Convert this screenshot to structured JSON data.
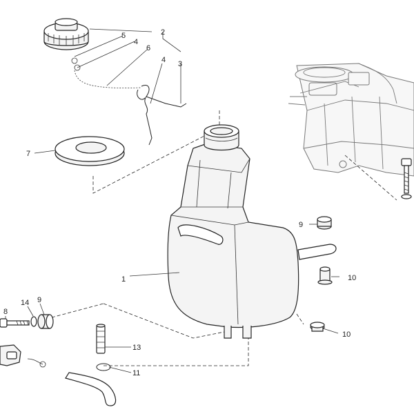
{
  "callouts": {
    "c1": "1",
    "c2": "2",
    "c3": "3",
    "c4a": "4",
    "c4b": "4",
    "c5": "5",
    "c6": "6",
    "c7": "7",
    "c8": "8",
    "c9a": "9",
    "c9b": "9",
    "c10a": "10",
    "c10b": "10",
    "c11": "11",
    "c13": "13",
    "c14": "14"
  }
}
